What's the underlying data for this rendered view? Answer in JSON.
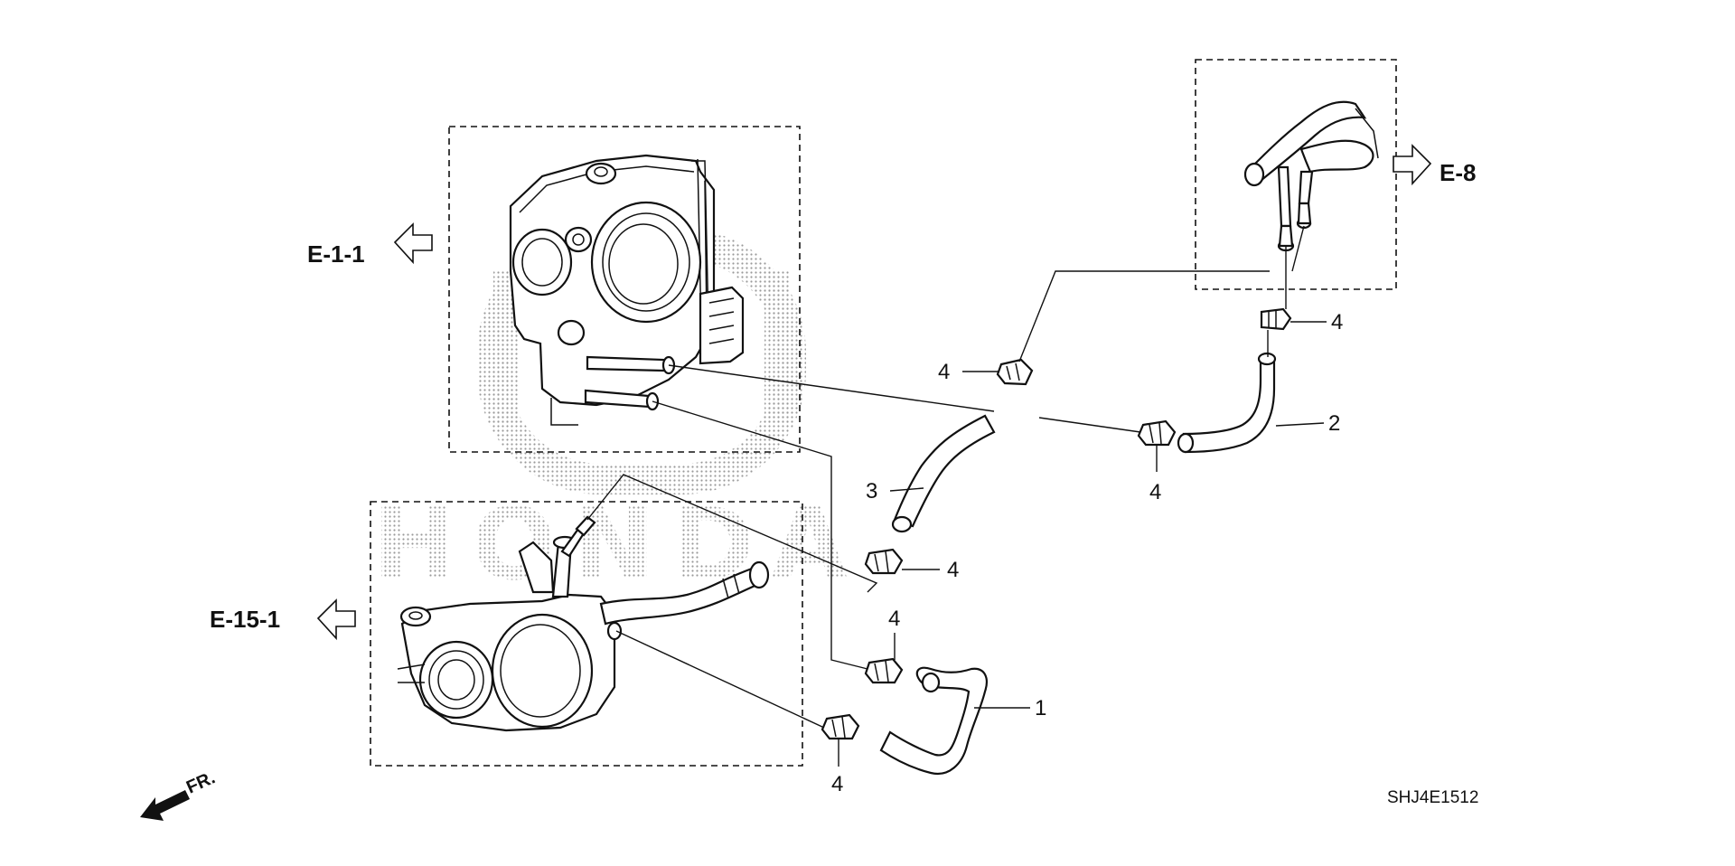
{
  "references": {
    "e_1_1": "E-1-1",
    "e_15_1": "E-15-1",
    "e_8": "E-8"
  },
  "part_numbers": {
    "hose_1": "1",
    "hose_2": "2",
    "hose_3": "3",
    "clamp": "4"
  },
  "front_indicator": "FR.",
  "diagram_code": "SHJ4E1512",
  "watermark": "HONDA",
  "colors": {
    "ink": "#111111",
    "watermark_dots": "#9a9a9a",
    "background": "#ffffff"
  }
}
